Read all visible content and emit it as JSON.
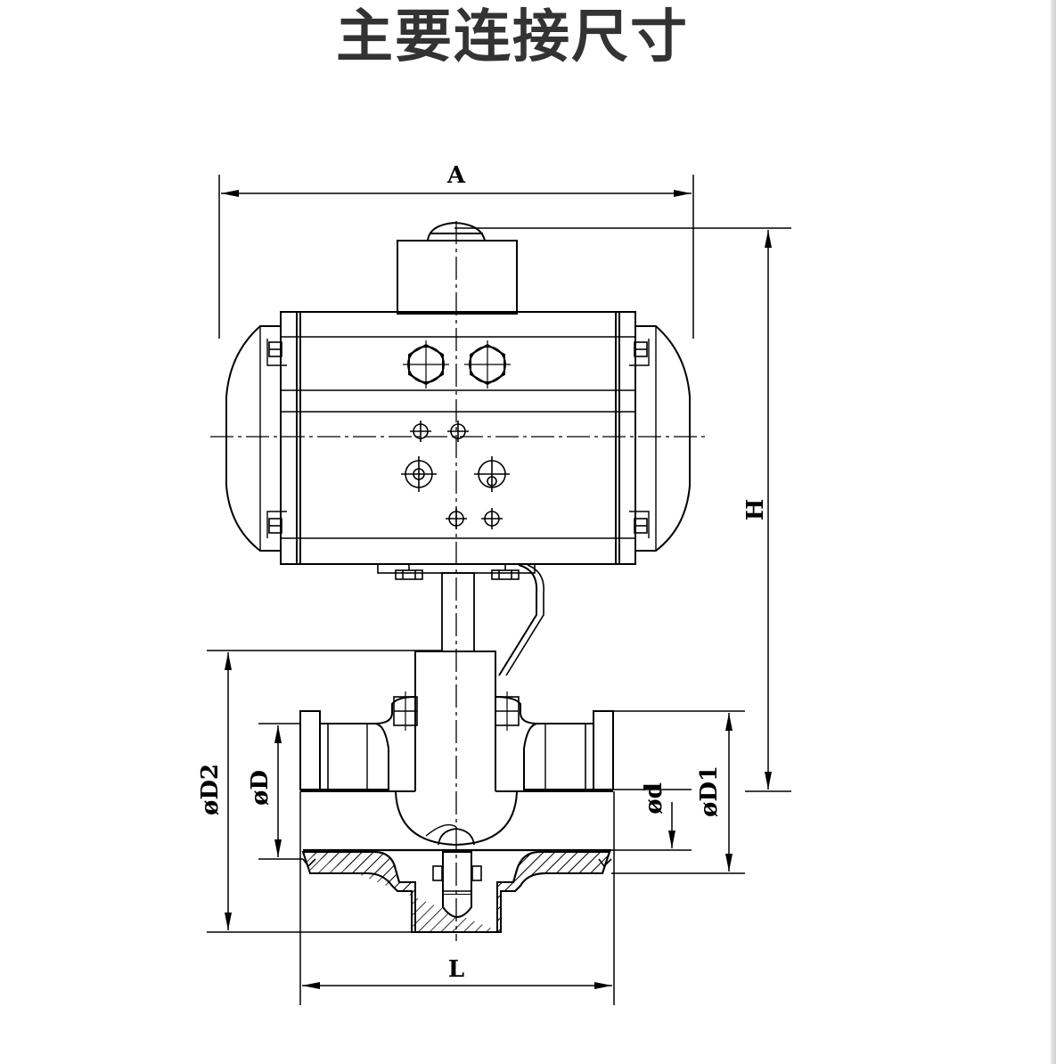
{
  "title": "主要连接尺寸",
  "dimensions": {
    "A": "A",
    "H": "H",
    "L": "L",
    "D2": "øD2",
    "D": "øD",
    "d": "ød",
    "D1": "øD1"
  },
  "colors": {
    "title": "#333333",
    "line": "#000000",
    "background": "#ffffff"
  }
}
